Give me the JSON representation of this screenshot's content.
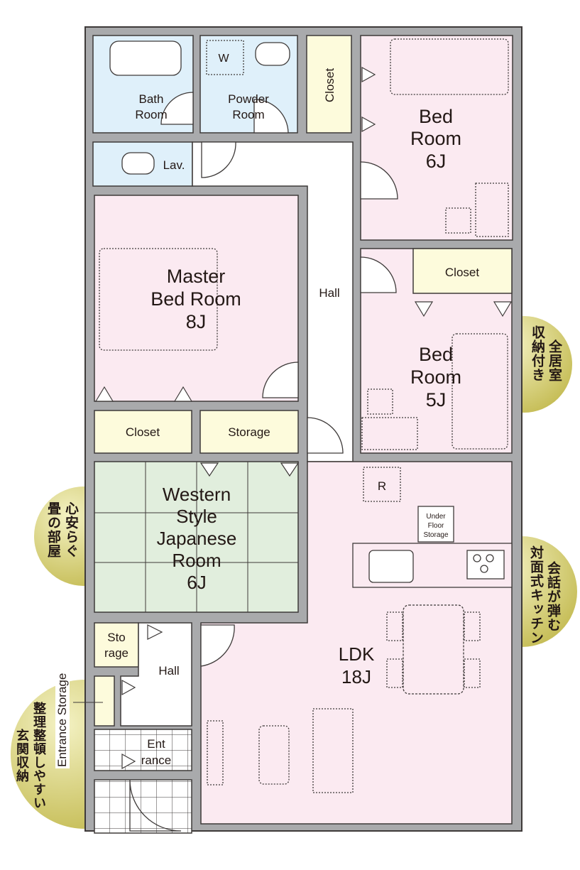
{
  "colors": {
    "wall": "#a9aaac",
    "outline": "#3e3a39",
    "bed": "#fbeaf1",
    "wet": "#dff0fa",
    "closet": "#fdfbdc",
    "tatami": "#e1eedd",
    "badge": "#c8c060"
  },
  "rooms": {
    "bath": [
      "Bath",
      "Room"
    ],
    "powder": [
      "Powder",
      "Room"
    ],
    "powder_w": "W",
    "closet_top": "Closet",
    "bed6": [
      "Bed",
      "Room",
      "6J"
    ],
    "lav": "Lav.",
    "hall_upper": "Hall",
    "master": [
      "Master",
      "Bed Room",
      "8J"
    ],
    "closet_master": "Closet",
    "storage": "Storage",
    "closet_bed5": "Closet",
    "bed5": [
      "Bed",
      "Room",
      "5J"
    ],
    "japanese": [
      "Western",
      "Style",
      "Japanese",
      "Room",
      "6J"
    ],
    "refrigerator": "R",
    "under_floor": [
      "Under",
      "Floor",
      "Storage"
    ],
    "storage_small": [
      "Sto",
      "rage"
    ],
    "hall_lower": "Hall",
    "entrance": [
      "Ent",
      "rance"
    ],
    "entrance_storage": "Entrance Storage",
    "ldk": [
      "LDK",
      "18J"
    ]
  },
  "badges": {
    "storage_all": [
      "全居室",
      "収納付き"
    ],
    "tatami": [
      "心安らぐ",
      "畳の部屋"
    ],
    "kitchen": [
      "会話が弾む",
      "対面式キッチン"
    ],
    "entrance": [
      "整理整頓しやすい",
      "玄関収納"
    ]
  }
}
